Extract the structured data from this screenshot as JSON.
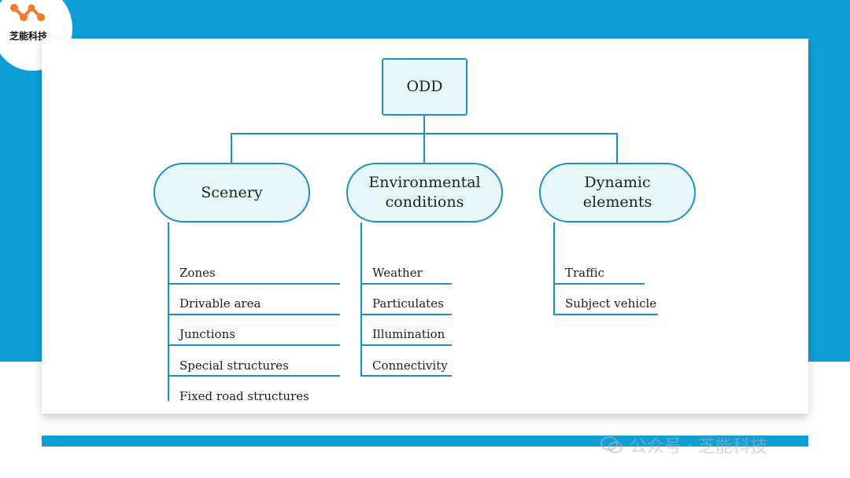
{
  "brand": {
    "name": "芝能科技"
  },
  "diagram": {
    "root": "ODD",
    "categories": [
      {
        "label": "Scenery",
        "items": [
          "Zones",
          "Drivable area",
          "Junctions",
          "Special structures",
          "Fixed road structures"
        ]
      },
      {
        "label": "Environmental conditions",
        "items": [
          "Weather",
          "Particulates",
          "Illumination",
          "Connectivity"
        ]
      },
      {
        "label": "Dynamic elements",
        "items": [
          "Traffic",
          "Subject vehicle"
        ]
      }
    ]
  },
  "watermark": {
    "text": "公众号 · 芝能科技"
  },
  "colors": {
    "accent_blue": "#0f9ed6",
    "line_blue": "#1e8fc7",
    "node_fill": "#e8f6f8",
    "logo_orange": "#f07b2a"
  }
}
